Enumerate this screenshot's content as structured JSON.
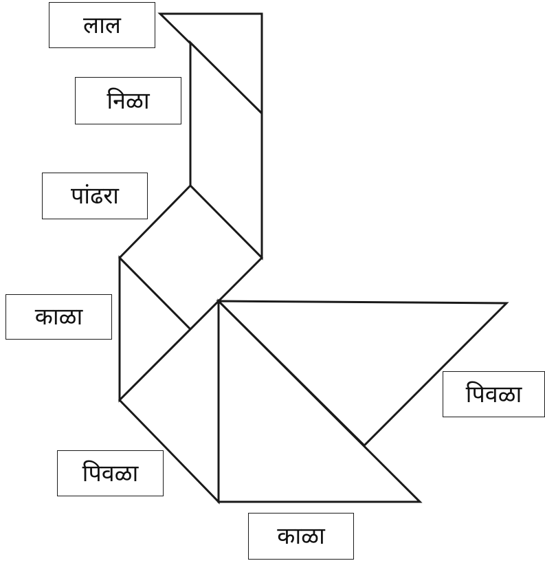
{
  "labels": {
    "red": "लाल",
    "blue": "निळा",
    "white": "पांढरा",
    "black_left": "काळा",
    "yellow_right": "पिवळा",
    "yellow_left": "पिवळा",
    "black_bottom": "काळा"
  }
}
